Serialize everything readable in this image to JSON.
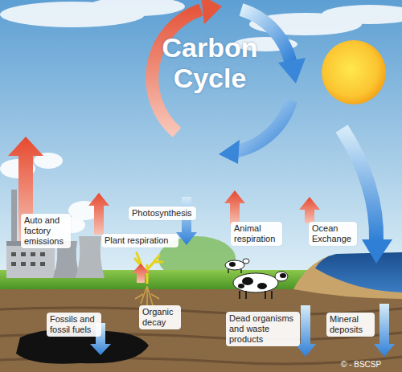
{
  "diagram": {
    "title": "Carbon Cycle",
    "nodes": [
      {
        "text": [
          "Auto and factory emissions"
        ]
      },
      {
        "text": [
          "Photosynthesis"
        ]
      },
      {
        "text": [
          "Plant respiration"
        ]
      },
      {
        "text": [
          "Animal respiration"
        ]
      },
      {
        "text": [
          "Ocean Exchange"
        ]
      },
      {
        "text": [
          "Fossils and fossil fuels"
        ]
      },
      {
        "text": [
          "Organic decay"
        ]
      },
      {
        "text": [
          "Dead organisms and waste products"
        ]
      },
      {
        "text": [
          "Mineral deposits"
        ]
      }
    ],
    "labels": [
      "© - BSCSP"
    ]
  }
}
